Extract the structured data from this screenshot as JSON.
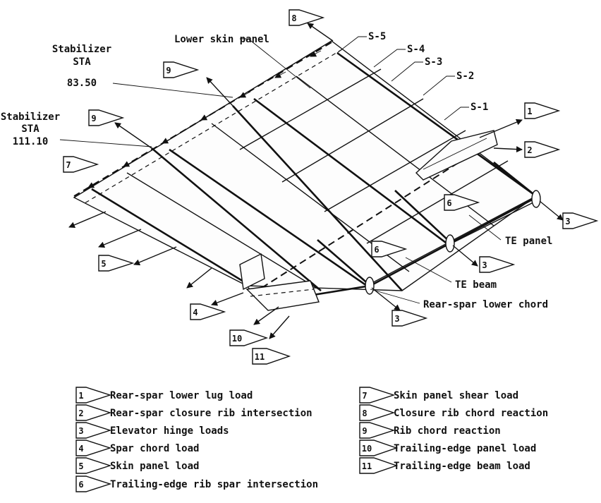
{
  "labels": {
    "lower_skin_panel": "Lower skin panel",
    "sta1_line1": "Stabilizer",
    "sta1_line2": "STA",
    "sta1_line3": "83.50",
    "sta2_line1": "Stabilizer",
    "sta2_line2": "STA",
    "sta2_line3": "111.10",
    "s5": "S-5",
    "s4": "S-4",
    "s3": "S-3",
    "s2": "S-2",
    "s1": "S-1",
    "te_panel": "TE panel",
    "te_beam": "TE beam",
    "rear_spar_lower_chord": "Rear-spar lower chord"
  },
  "legend_left": [
    {
      "num": "1",
      "text": "Rear-spar lower lug load"
    },
    {
      "num": "2",
      "text": "Rear-spar closure rib intersection"
    },
    {
      "num": "3",
      "text": "Elevator hinge loads"
    },
    {
      "num": "4",
      "text": "Spar chord load"
    },
    {
      "num": "5",
      "text": "Skin panel load"
    },
    {
      "num": "6",
      "text": "Trailing-edge rib spar intersection"
    }
  ],
  "legend_right": [
    {
      "num": "7",
      "text": "Skin panel shear load"
    },
    {
      "num": "8",
      "text": "Closure rib chord reaction"
    },
    {
      "num": "9",
      "text": "Rib chord reaction"
    },
    {
      "num": "10",
      "text": "Trailing-edge panel load"
    },
    {
      "num": "11",
      "text": "Trailing-edge beam load"
    }
  ],
  "diagram_flags": [
    {
      "id": "flag-8",
      "num": "8"
    },
    {
      "id": "flag-9-top",
      "num": "9"
    },
    {
      "id": "flag-9-left",
      "num": "9"
    },
    {
      "id": "flag-7",
      "num": "7"
    },
    {
      "id": "flag-1",
      "num": "1"
    },
    {
      "id": "flag-2",
      "num": "2"
    },
    {
      "id": "flag-3-right",
      "num": "3"
    },
    {
      "id": "flag-6-right",
      "num": "6"
    },
    {
      "id": "flag-3-mid",
      "num": "3"
    },
    {
      "id": "flag-6-mid",
      "num": "6"
    },
    {
      "id": "flag-5",
      "num": "5"
    },
    {
      "id": "flag-4",
      "num": "4"
    },
    {
      "id": "flag-3-bottom",
      "num": "3"
    },
    {
      "id": "flag-10",
      "num": "10"
    },
    {
      "id": "flag-11",
      "num": "11"
    }
  ]
}
